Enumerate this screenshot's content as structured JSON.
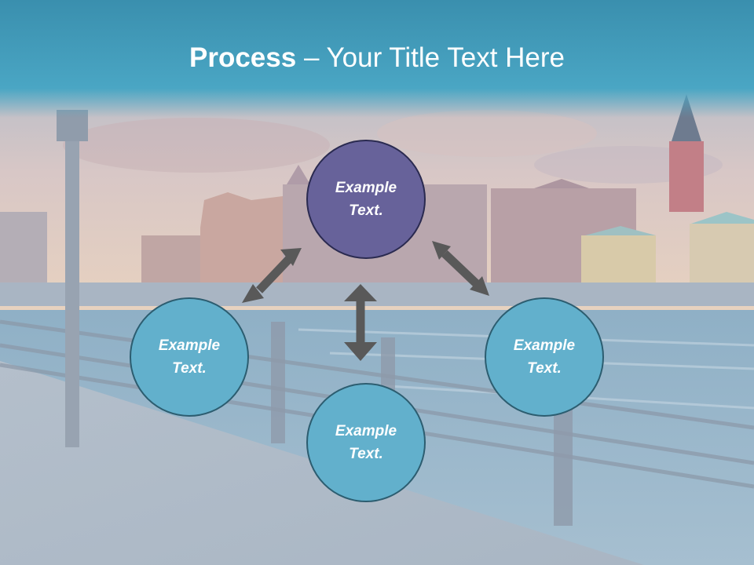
{
  "slide": {
    "title_bold": "Process",
    "title_rest": " – Your Title Text Here"
  },
  "diagram": {
    "nodes": [
      {
        "id": "top",
        "label": "Example\nText."
      },
      {
        "id": "left",
        "label": "Example\nText."
      },
      {
        "id": "right",
        "label": "Example\nText."
      },
      {
        "id": "bottom",
        "label": "Example\nText."
      }
    ]
  },
  "colors": {
    "header_band": "#3d95b3",
    "center_node": "#67629a",
    "outer_node": "#62b0cc",
    "arrow": "#595959"
  }
}
